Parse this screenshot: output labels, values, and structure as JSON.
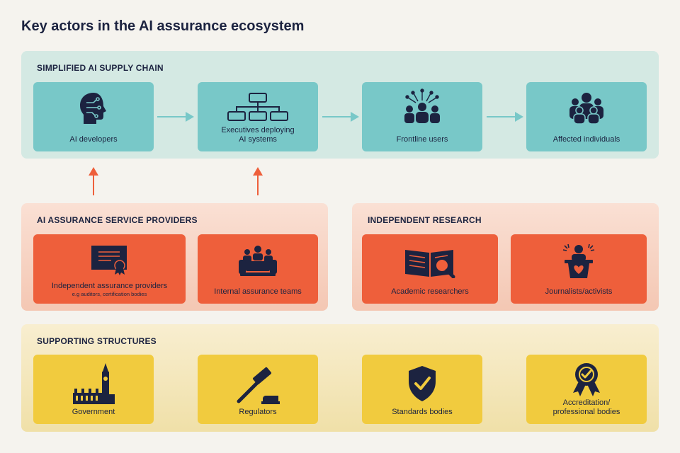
{
  "title": "Key actors in the AI assurance ecosystem",
  "supply_chain": {
    "label": "SIMPLIFIED AI SUPPLY CHAIN",
    "items": [
      {
        "label": "AI developers",
        "icon": "ai-head-icon"
      },
      {
        "label": "Executives deploying",
        "label2": "AI systems",
        "icon": "org-chart-icon"
      },
      {
        "label": "Frontline users",
        "icon": "users-network-icon"
      },
      {
        "label": "Affected individuals",
        "icon": "people-group-icon"
      }
    ]
  },
  "assurance_providers": {
    "label": "AI ASSURANCE SERVICE PROVIDERS",
    "items": [
      {
        "label": "Independent assurance providers",
        "sublabel": "e.g auditors, certification bodies",
        "icon": "certificate-icon"
      },
      {
        "label": "Internal assurance teams",
        "icon": "meeting-team-icon"
      }
    ]
  },
  "independent_research": {
    "label": "INDEPENDENT RESEARCH",
    "items": [
      {
        "label": "Academic researchers",
        "icon": "book-magnifier-icon"
      },
      {
        "label": "Journalists/activists",
        "icon": "podium-heart-icon"
      }
    ]
  },
  "supporting_structures": {
    "label": "SUPPORTING STRUCTURES",
    "items": [
      {
        "label": "Government",
        "icon": "parliament-icon"
      },
      {
        "label": "Regulators",
        "icon": "gavel-icon"
      },
      {
        "label": "Standards bodies",
        "icon": "shield-check-icon"
      },
      {
        "label": "Accreditation/",
        "label2": "professional bodies",
        "icon": "award-badge-icon"
      }
    ]
  },
  "colors": {
    "supply_panel": "#d4e9e3",
    "supply_card": "#78c8c8",
    "assurance_card": "#ee5f3b",
    "support_card": "#f1cb3e",
    "arrow_teal": "#78c8c8",
    "arrow_orange": "#ee5f3b",
    "ink": "#1c2340"
  }
}
